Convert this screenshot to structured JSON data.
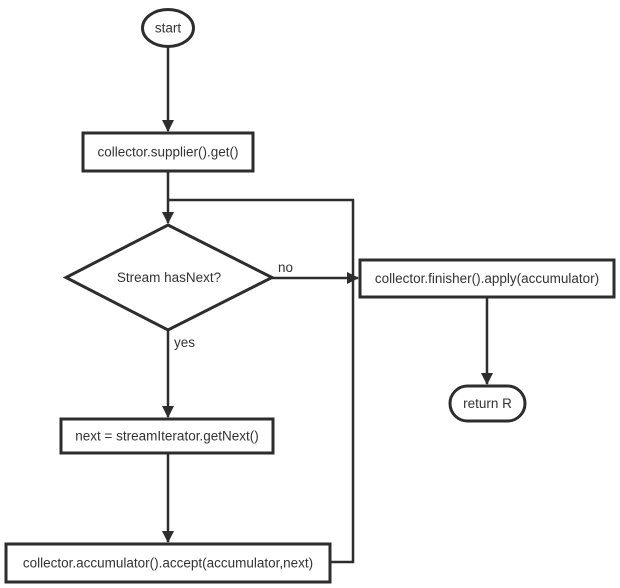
{
  "diagram": {
    "type": "flowchart",
    "colors": {
      "stroke": "#2d2d2d",
      "text": "#333333",
      "background": "#ffffff"
    },
    "nodes": {
      "start": {
        "label": "start",
        "shape": "terminator"
      },
      "supplier": {
        "label": "collector.supplier().get()",
        "shape": "process"
      },
      "decision": {
        "label": "Stream hasNext?",
        "shape": "decision"
      },
      "finisher": {
        "label": "collector.finisher().apply(accumulator)",
        "shape": "process"
      },
      "return_r": {
        "label": "return R",
        "shape": "terminator"
      },
      "get_next": {
        "label": "next = streamIterator.getNext()",
        "shape": "process"
      },
      "accumulate": {
        "label": "collector.accumulator().accept(accumulator,next)",
        "shape": "process"
      }
    },
    "edge_labels": {
      "no": "no",
      "yes": "yes"
    }
  }
}
